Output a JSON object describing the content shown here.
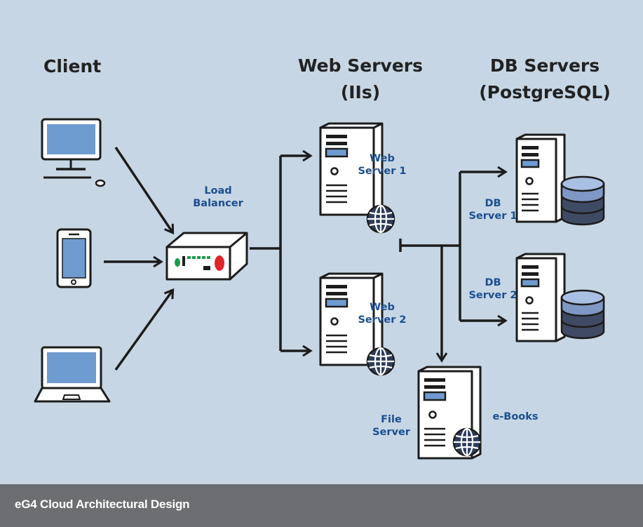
{
  "headers": {
    "client": "Client",
    "web_line1": "Web Servers",
    "web_line2": "(IIs)",
    "db_line1": "DB Servers",
    "db_line2": "(PostgreSQL)"
  },
  "labels": {
    "load_balancer_line1": "Load",
    "load_balancer_line2": "Balancer",
    "web1_line1": "Web",
    "web1_line2": "Server 1",
    "web2_line1": "Web",
    "web2_line2": "Server 2",
    "db1_line1": "DB",
    "db1_line2": "Server 1",
    "db2_line1": "DB",
    "db2_line2": "Server 2",
    "file_line1": "File",
    "file_line2": "Server",
    "ebooks": "e-Books"
  },
  "caption": "eG4 Cloud Architectural Design",
  "icons": {
    "client_devices": [
      "desktop-monitor-icon",
      "smartphone-icon",
      "laptop-icon"
    ],
    "load_balancer": "load-balancer-icon",
    "servers": [
      "server-tower-icon",
      "globe-icon",
      "database-icon"
    ]
  },
  "colors": {
    "background": "#c6d6e4",
    "label_blue": "#1d4e8f",
    "outline": "#1c1c1c",
    "caption_bar": "#6d6e71",
    "database_blue": "#7f97c4",
    "database_dark": "#3f4a64",
    "balancer_led_red": "#e0262b",
    "balancer_led_green": "#1a9b4a"
  }
}
